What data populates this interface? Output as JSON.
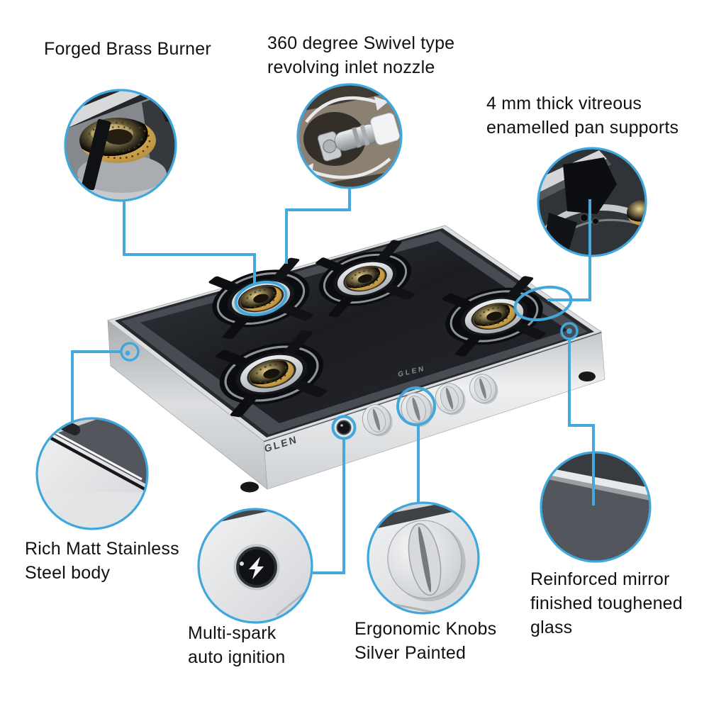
{
  "background_color": "#ffffff",
  "accent_color": "#42a8dc",
  "brand": {
    "glass_logo": "GLEN",
    "front_logo": "GLEN"
  },
  "callouts": [
    {
      "id": "forged-brass-burner",
      "line1": "Forged Brass Burner"
    },
    {
      "id": "swivel-inlet-nozzle",
      "line1": "360 degree Swivel type",
      "line2": "revolving inlet nozzle"
    },
    {
      "id": "pan-supports",
      "line1": "4 mm thick vitreous",
      "line2": "enamelled pan supports"
    },
    {
      "id": "stainless-steel-body",
      "line1": "Rich Matt Stainless",
      "line2": "Steel body"
    },
    {
      "id": "auto-ignition",
      "line1": "Multi-spark",
      "line2": "auto ignition"
    },
    {
      "id": "ergonomic-knobs",
      "line1": "Ergonomic Knobs",
      "line2": "Silver Painted"
    },
    {
      "id": "toughened-glass",
      "line1": "Reinforced mirror",
      "line2": "finished toughened",
      "line3": "glass"
    }
  ],
  "colors": {
    "glass_top": "#1c1e23",
    "steel_body": "#d9dbdd",
    "brass_burner": "#c9a452",
    "pan_support": "#131418",
    "label_text": "#111111"
  },
  "icons": {
    "ignition_button": "lightning-bolt-icon",
    "nozzle_rotation": "rotation-arrows-icon"
  }
}
